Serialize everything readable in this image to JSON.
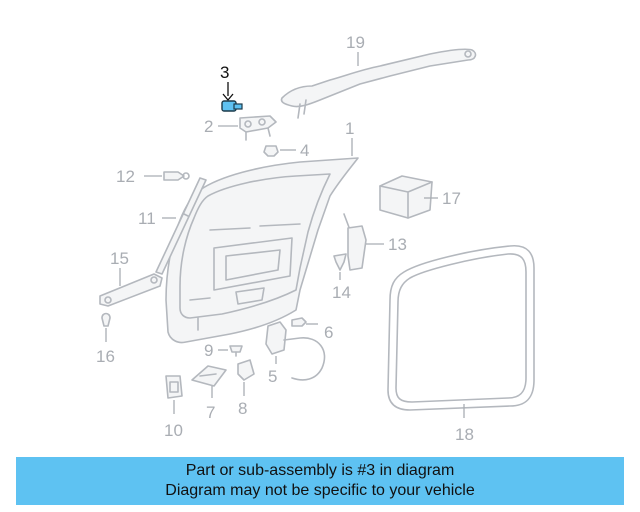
{
  "callouts": {
    "n1": "1",
    "n2": "2",
    "n3": "3",
    "n4": "4",
    "n5": "5",
    "n6": "6",
    "n7": "7",
    "n8": "8",
    "n9": "9",
    "n10": "10",
    "n11": "11",
    "n12": "12",
    "n13": "13",
    "n14": "14",
    "n15": "15",
    "n16": "16",
    "n17": "17",
    "n18": "18",
    "n19": "19"
  },
  "highlighted_part": "3",
  "highlight_color": "#5ec2f2",
  "banner": {
    "line1": "Part or sub-assembly is #3 in diagram",
    "line2": "Diagram may not be specific to your vehicle",
    "background": "#5ec2f2"
  }
}
